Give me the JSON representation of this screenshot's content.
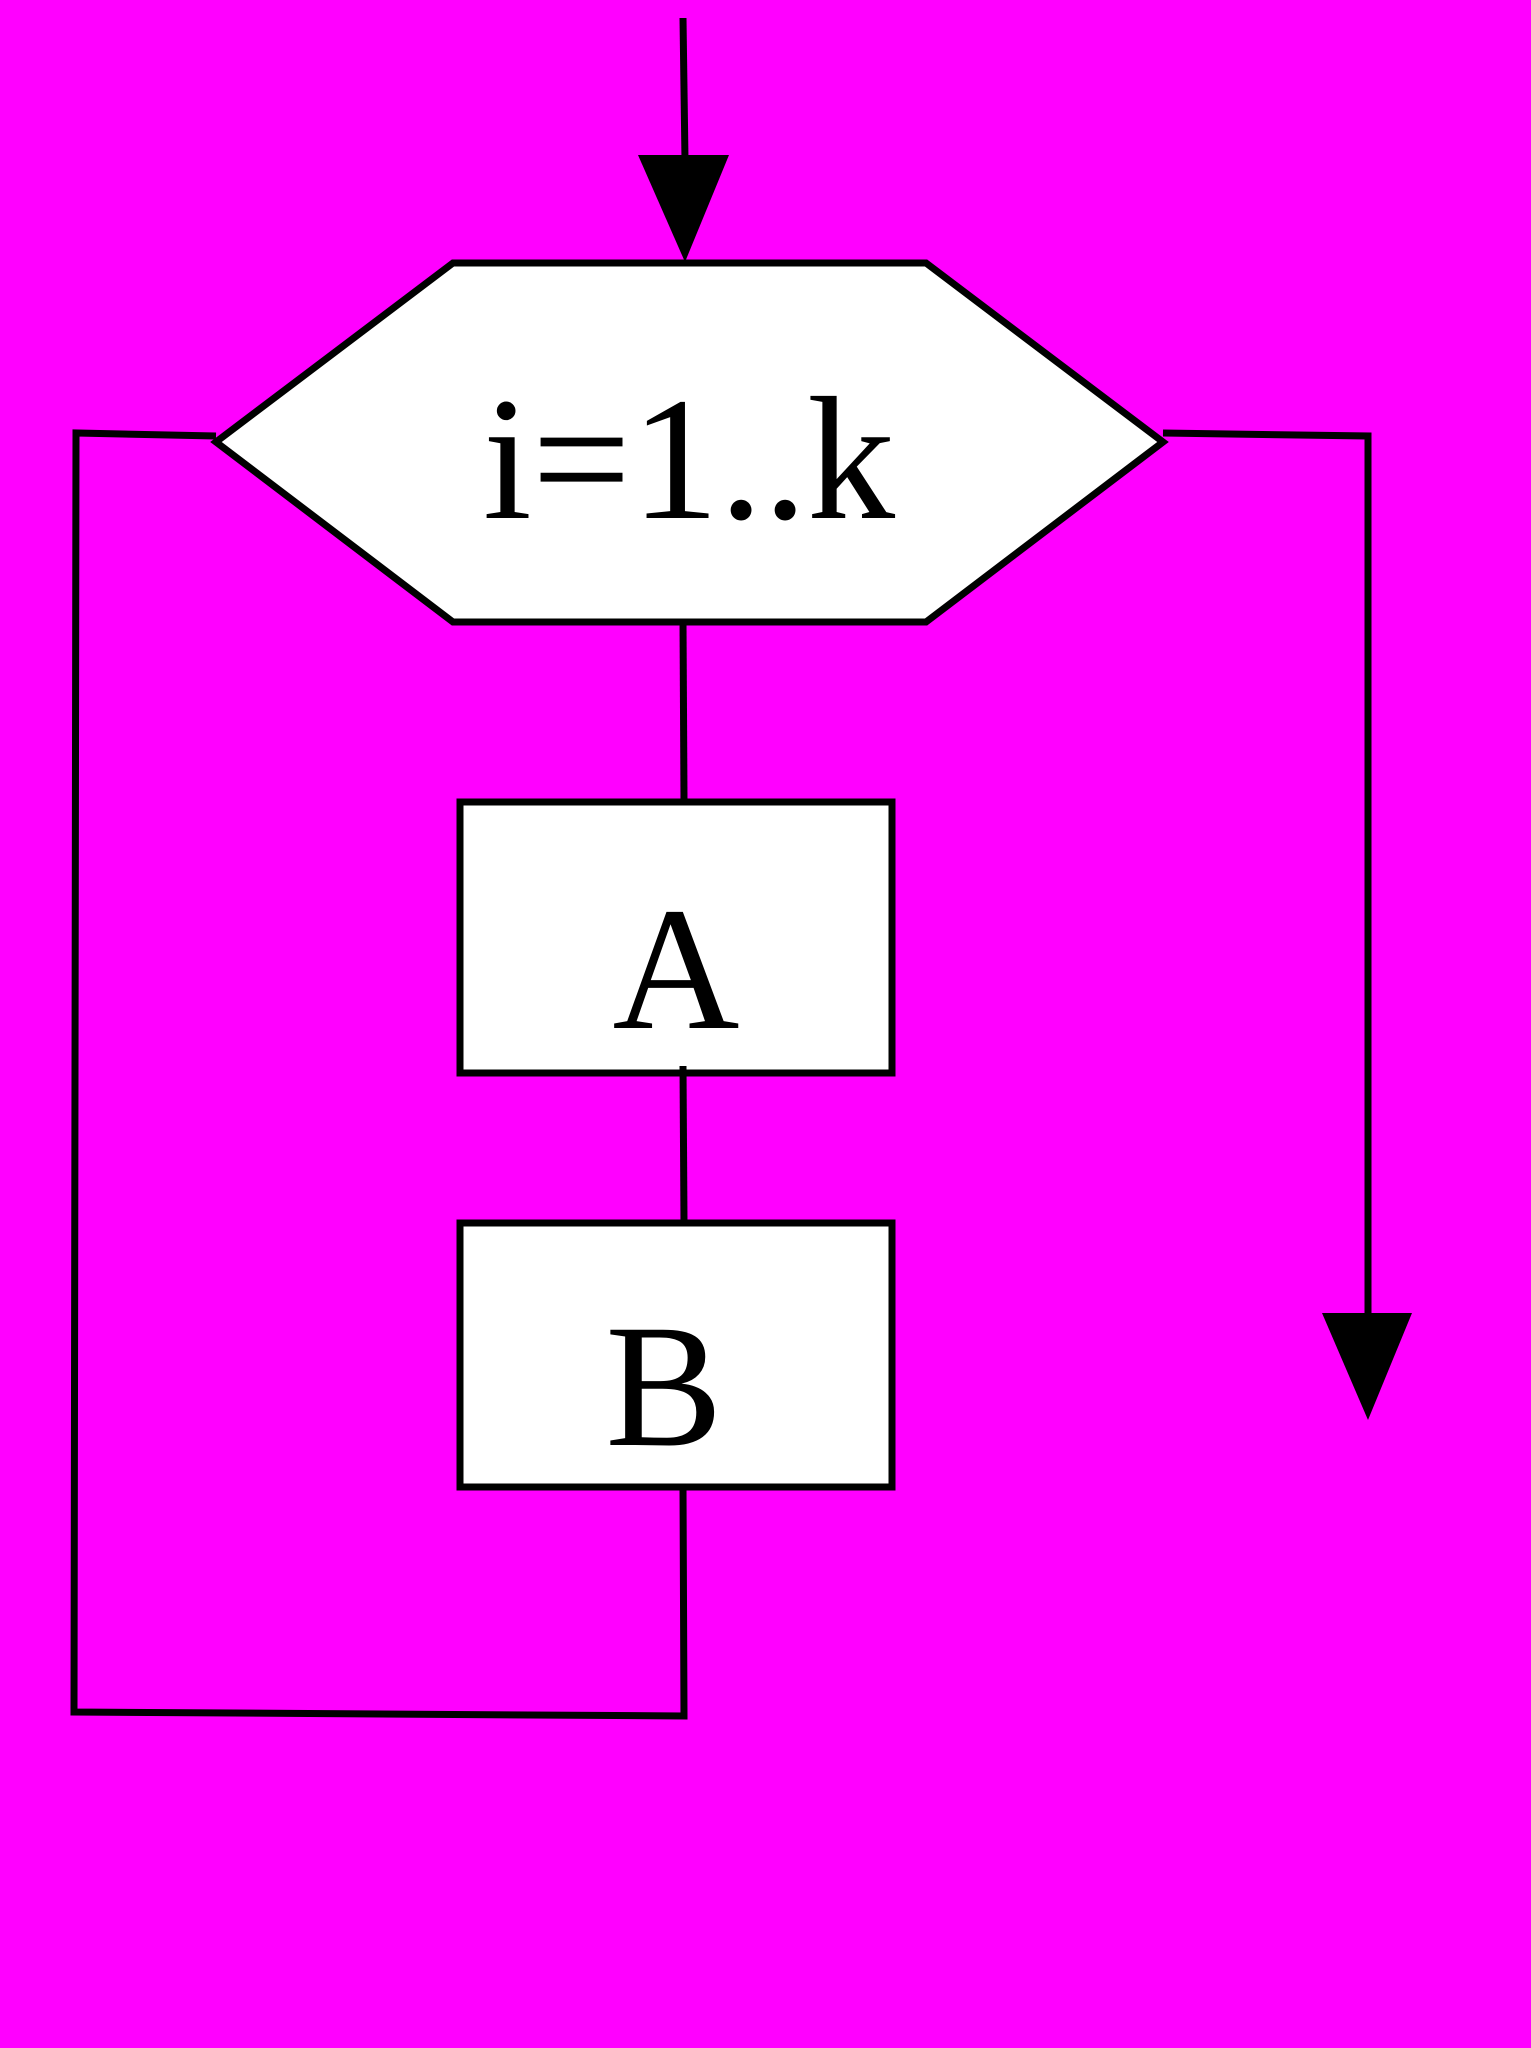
{
  "colors": {
    "background": "#ff00ff",
    "box_fill": "#ffffff",
    "stroke": "#000000"
  },
  "loop_header": {
    "label": "i=1..k"
  },
  "blocks": [
    {
      "label": "A"
    },
    {
      "label": "B"
    }
  ]
}
